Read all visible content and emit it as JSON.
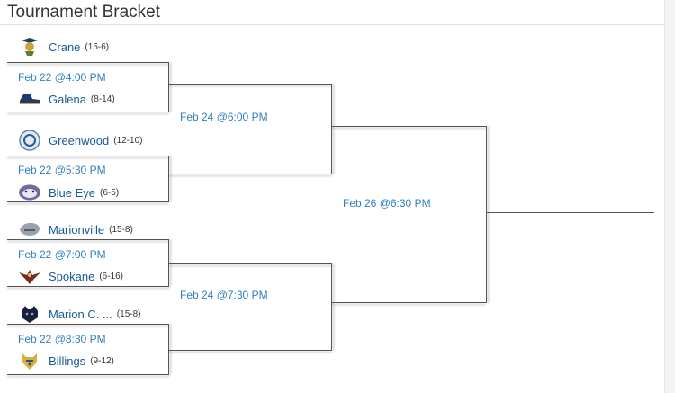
{
  "title": "Tournament Bracket",
  "teams": [
    {
      "name": "Crane",
      "record": "(15-6)",
      "logo_icon": "crane-mascot-icon"
    },
    {
      "name": "Galena",
      "record": "(8-14)",
      "logo_icon": "galena-shoe-icon"
    },
    {
      "name": "Greenwood",
      "record": "(12-10)",
      "logo_icon": "greenwood-crest-icon"
    },
    {
      "name": "Blue Eye",
      "record": "(6-5)",
      "logo_icon": "blue-eye-bulldog-icon"
    },
    {
      "name": "Marionville",
      "record": "(15-8)",
      "logo_icon": "marionville-mascot-icon"
    },
    {
      "name": "Spokane",
      "record": "(6-16)",
      "logo_icon": "spokane-eagle-icon"
    },
    {
      "name": "Marion C. ...",
      "record": "(15-8)",
      "logo_icon": "marion-c-panther-icon"
    },
    {
      "name": "Billings",
      "record": "(9-12)",
      "logo_icon": "billings-wildcat-icon"
    }
  ],
  "round1_dates": [
    "Feb 22 @4:00 PM",
    "Feb 22 @5:30 PM",
    "Feb 22 @7:00 PM",
    "Feb 22 @8:30 PM"
  ],
  "round2_dates": [
    "Feb 24 @6:00 PM",
    "Feb 24 @7:30 PM"
  ],
  "final_date": "Feb 26 @6:30 PM",
  "colors": {
    "link": "#1a5a96",
    "date": "#2f7fbf",
    "bracket_line": "#555555"
  }
}
